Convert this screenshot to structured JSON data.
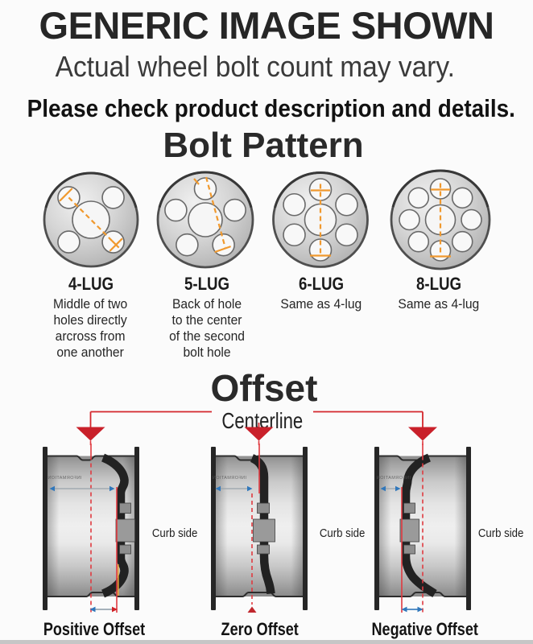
{
  "header": {
    "title": "GENERIC IMAGE SHOWN",
    "subtitle": "Actual wheel bolt count may vary.",
    "note": "Please check product description and details."
  },
  "bolt_pattern": {
    "title": "Bolt Pattern",
    "items": [
      {
        "label": "4-LUG",
        "lugs": 4,
        "description": "Middle of two\nholes directly\narcross from\none another"
      },
      {
        "label": "5-LUG",
        "lugs": 5,
        "description": "Back of hole\nto the center\nof the second\nbolt hole"
      },
      {
        "label": "6-LUG",
        "lugs": 6,
        "description": "Same as 4-lug"
      },
      {
        "label": "8-LUG",
        "lugs": 8,
        "description": "Same as 4-lug"
      }
    ]
  },
  "offset": {
    "title": "Offset",
    "centerline_label": "Centerline",
    "curb_side_label": "Curb side",
    "watermark": "INFORMATION",
    "items": [
      {
        "label": "Positive Offset",
        "type": "positive"
      },
      {
        "label": "Zero Offset",
        "type": "zero"
      },
      {
        "label": "Negative Offset",
        "type": "negative"
      }
    ]
  },
  "colors": {
    "accent_red": "#d4262c",
    "triangle_red": "#c9202a",
    "accent_orange": "#f0992e",
    "accent_blue": "#3077bb",
    "text_dark": "#262626"
  }
}
